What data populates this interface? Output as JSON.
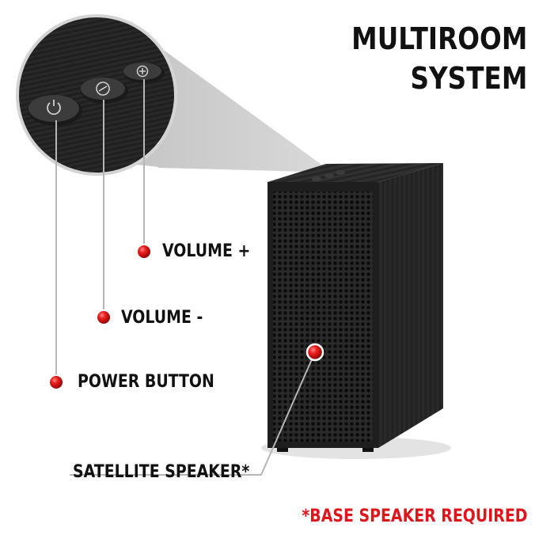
{
  "title": {
    "line1": "MULTIROOM",
    "line2": "SYSTEM"
  },
  "labels": {
    "volume_plus": "VOLUME +",
    "volume_minus": "VOLUME -",
    "power": "POWER BUTTON",
    "satellite": "SATELLITE SPEAKER*"
  },
  "footnote": "*BASE SPEAKER REQUIRED",
  "colors": {
    "text": "#111111",
    "accent": "#e0151b",
    "speaker_body": "#262626",
    "grille": "#111111"
  },
  "icons": {
    "power": "power-icon",
    "minus": "minus-icon",
    "plus": "plus-icon"
  }
}
